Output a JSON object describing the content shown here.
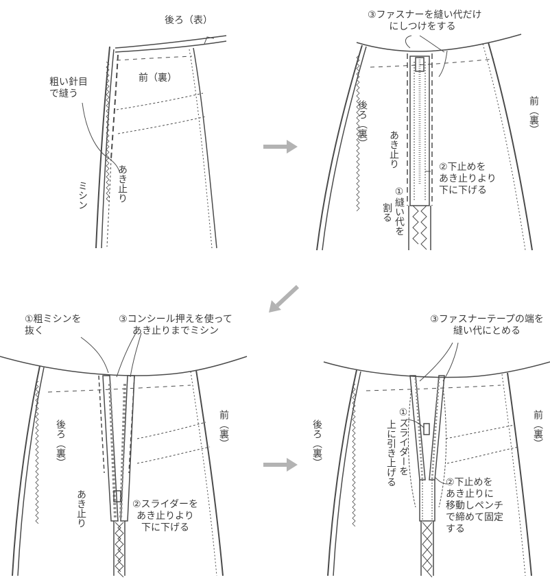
{
  "colors": {
    "line": "#4a4a4a",
    "arrow": "#b3b3b3",
    "zipper": "#8c8c8c",
    "text": "#3a3a3a"
  },
  "panel1": {
    "back_outside": "後ろ（表）",
    "front_inside": "前（裏）",
    "basting": "粗い針目\nで縫う",
    "opening_end": "あき止り",
    "machine_stitch": "ミシン"
  },
  "panel2": {
    "step3": "③ファスナーを縫い代だけ\nにしつけをする",
    "back_inside": "後ろ（裏）",
    "front_inside": "前（裏）",
    "opening_end": "あき止り",
    "step2": "②下止めを\nあき止りより\n下に下げる",
    "step1_a": "①縫い代を",
    "step1_b": "割る"
  },
  "panel3": {
    "step1": "①粗ミシンを\n抜く",
    "step3": "③コンシール押えを使って\nあき止りまでミシン",
    "back_inside": "後ろ（裏）",
    "front_inside": "前（裏）",
    "opening_end": "あき止り",
    "step2": "②スライダーを\nあき止りより\n下に下げる"
  },
  "panel4": {
    "step3": "③ファスナーテープの端を\n縫い代にとめる",
    "back_inside": "後ろ（裏）",
    "front_inside": "前（裏）",
    "step1_a": "①スライダーを",
    "step1_b": "上に引き上げる",
    "step2": "②下止めを\nあき止りに\n移動しペンチ\nで締めて固定\nする"
  },
  "arrows": [
    "right-arrow",
    "down-left-arrow",
    "right-arrow"
  ]
}
